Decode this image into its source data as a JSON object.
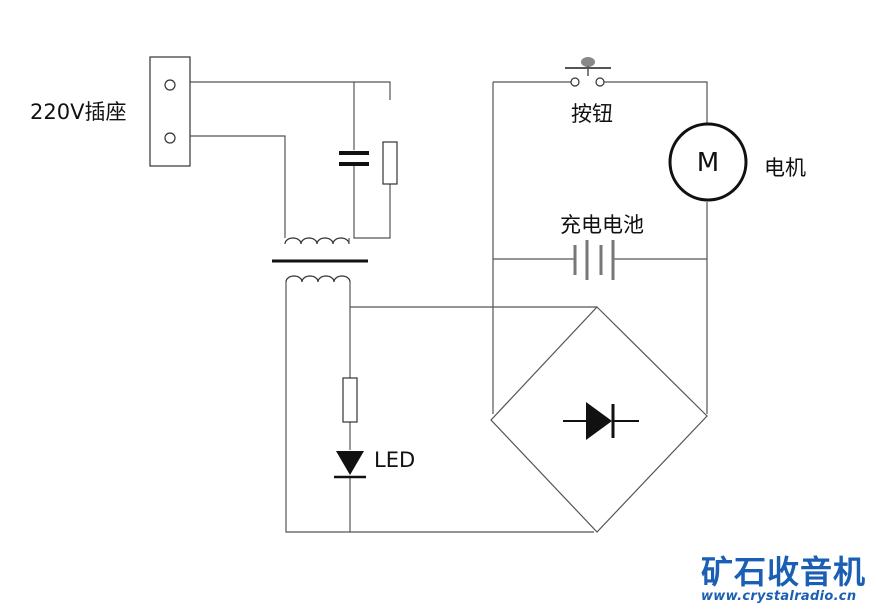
{
  "labels": {
    "socket": "220V插座",
    "button": "按钮",
    "motor": "电机",
    "battery": "充电电池",
    "led": "LED",
    "motor_symbol": "M"
  },
  "watermark": {
    "name": "矿石收音机",
    "url": "www.crystalradio.cn"
  },
  "colors": {
    "wire": "#555555",
    "component": "#111111",
    "battery_plate": "#777777",
    "watermark": "#1a5fb4"
  }
}
